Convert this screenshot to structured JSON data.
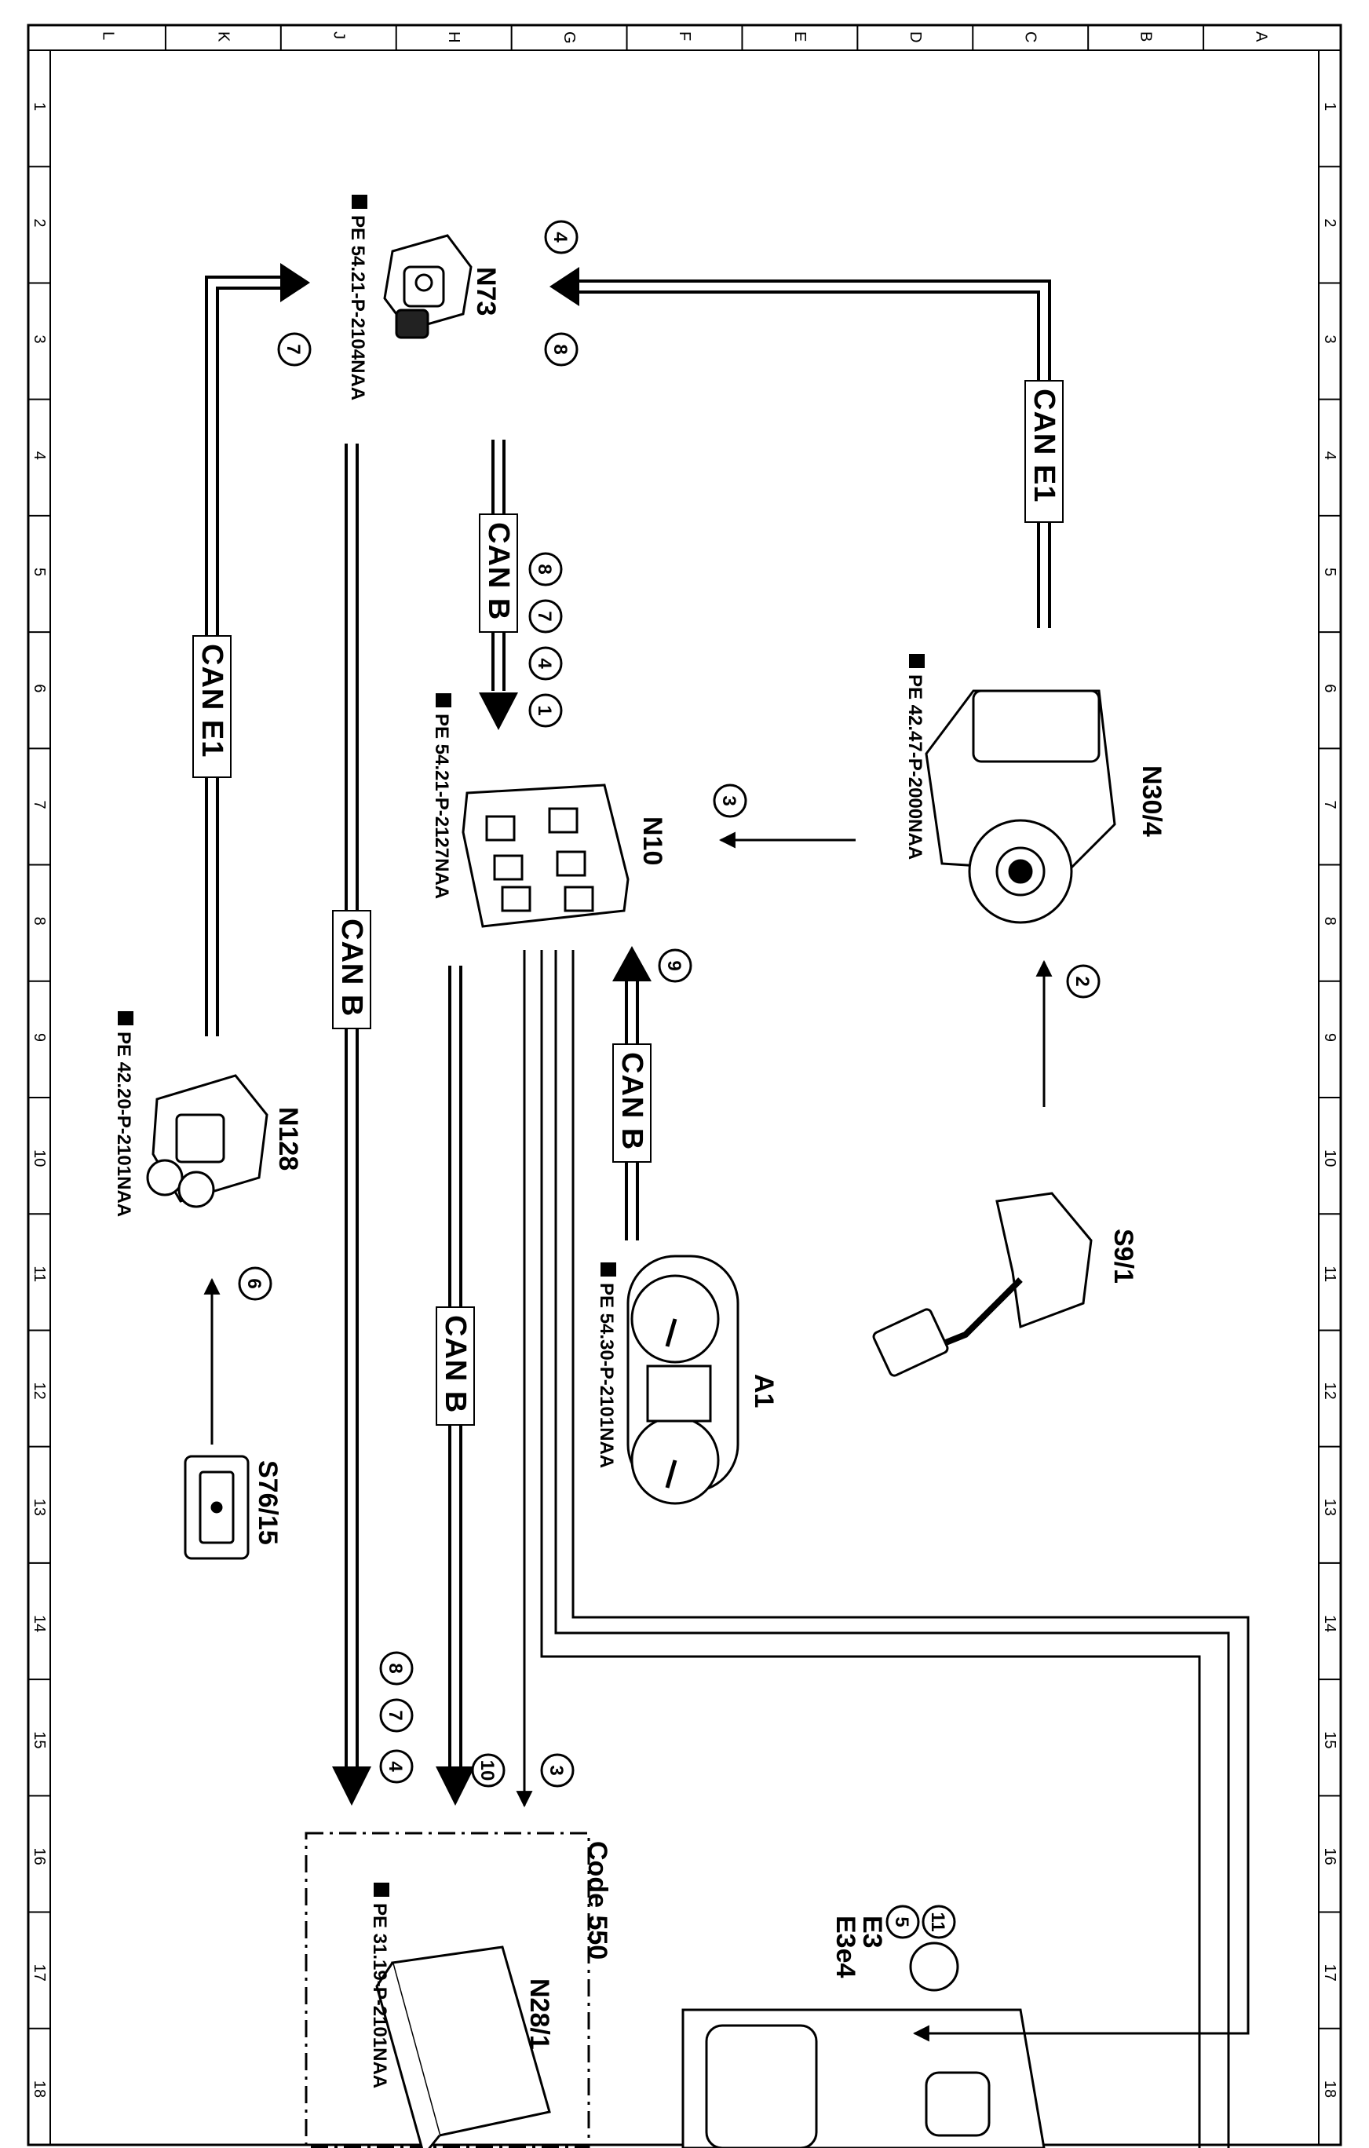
{
  "grid": {
    "columns": [
      "L",
      "K",
      "J",
      "H",
      "G",
      "F",
      "E",
      "D",
      "C",
      "B",
      "A"
    ],
    "rows": [
      "1",
      "2",
      "3",
      "4",
      "5",
      "6",
      "7",
      "8",
      "9",
      "10",
      "11",
      "12",
      "13",
      "14",
      "15",
      "16",
      "17",
      "18"
    ]
  },
  "components": {
    "n73": {
      "label": "N73",
      "pe": "PE 54.21-P-2104NAA"
    },
    "n30_4": {
      "label": "N30/4",
      "pe": "PE 42.47-P-2000NAA"
    },
    "n10": {
      "label": "N10",
      "pe": "PE 54.21-P-2127NAA"
    },
    "n128": {
      "label": "N128",
      "pe": "PE 42.20-P-2101NAA"
    },
    "a1": {
      "label": "A1",
      "pe": "PE 54.30-P-2101NAA"
    },
    "s9_1": {
      "label": "S9/1"
    },
    "s76_15": {
      "label": "S76/15"
    },
    "n28_1": {
      "label": "N28/1",
      "pe": "PE 31.19-P-2101NAA",
      "code": "Code 550"
    },
    "e3": {
      "label1": "E3",
      "label2": "E3e4"
    }
  },
  "buses": {
    "can_e1_a": "CAN E1",
    "can_e1_b": "CAN E1",
    "can_b_n10": "CAN B",
    "can_b_main": "CAN B",
    "can_b_a1": "CAN B",
    "can_b_trailer": "CAN B"
  },
  "markers": {
    "m4_top": "4",
    "m8_top": "8",
    "m7_top": "7",
    "m8_mid": "8",
    "m7_mid": "7",
    "m4_mid": "4",
    "m1_mid": "1",
    "m3_n10": "3",
    "m2": "2",
    "m9": "9",
    "m6": "6",
    "m8_bot": "8",
    "m7_bot": "7",
    "m4_bot": "4",
    "m10": "10",
    "m3_bot": "3",
    "m11": "11",
    "m5": "5"
  }
}
